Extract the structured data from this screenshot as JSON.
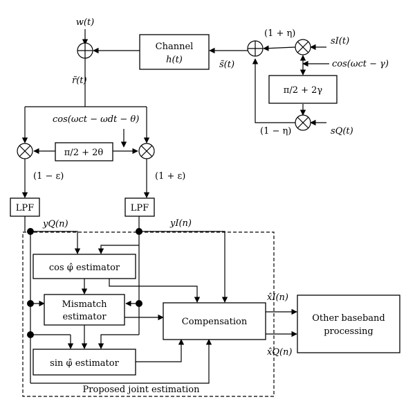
{
  "blocks": {
    "channel": {
      "line1": "Channel",
      "line2": "h(t)"
    },
    "phase_tx": "π/2 + 2γ",
    "phase_rx": "π/2 + 2θ",
    "lpf_q": "LPF",
    "lpf_i": "LPF",
    "cos_est": "cos φ̂ estimator",
    "mismatch": {
      "line1": "Mismatch",
      "line2": "estimator"
    },
    "sin_est": "sin φ̂ estimator",
    "compensation": "Compensation",
    "baseband": {
      "line1": "Other baseband",
      "line2": "processing"
    }
  },
  "signals": {
    "noise": "w(t)",
    "received": "r̃(t)",
    "transmitted": "s̃(t)",
    "s_i": "sI(t)",
    "s_q": "sQ(t)",
    "tx_carrier": "cos(ωct − γ)",
    "rx_carrier": "cos(ωct − ωdt − θ)",
    "gain_plus_eta": "(1 + η)",
    "gain_minus_eta": "(1 − η)",
    "gain_minus_eps": "(1 − ε)",
    "gain_plus_eps": "(1 + ε)",
    "y_q": "yQ(n)",
    "y_i": "yI(n)",
    "x_i_hat": "x̂I(n)",
    "x_q_hat": "x̂Q(n)"
  },
  "region_label": "Proposed joint estimation"
}
